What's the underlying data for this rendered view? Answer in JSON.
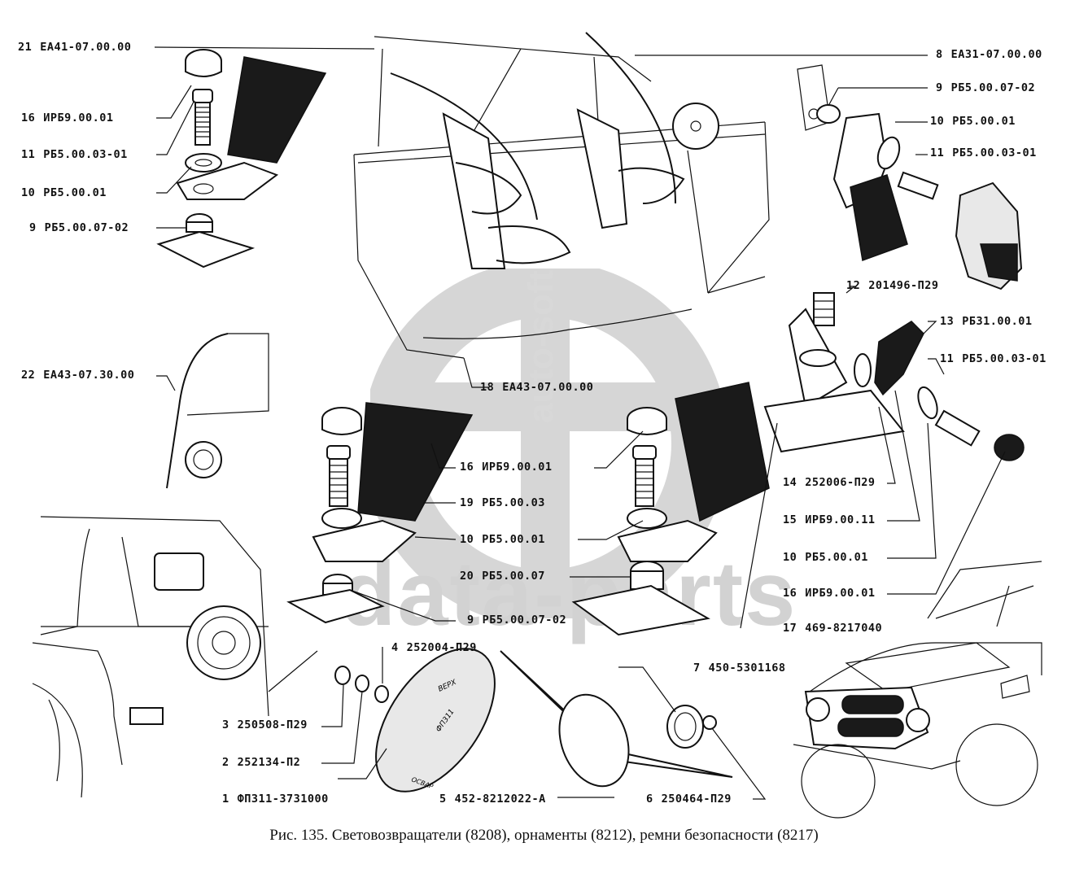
{
  "caption": "Рис. 135. Световозвращатели (8208), орнаменты (8212), ремни безопасности (8217)",
  "watermark": {
    "logo_text": "auto-soft",
    "site_text": "data-parts",
    "color": "#d2d2d2"
  },
  "callouts": {
    "left_group": [
      {
        "num": "21",
        "code": "ЕА41-07.00.00"
      },
      {
        "num": "16",
        "code": "ИРБ9.00.01"
      },
      {
        "num": "11",
        "code": "РБ5.00.03-01"
      },
      {
        "num": "10",
        "code": "РБ5.00.01"
      },
      {
        "num": "9",
        "code": "РБ5.00.07-02"
      },
      {
        "num": "22",
        "code": "ЕА43-07.30.00"
      }
    ],
    "right_top_group": [
      {
        "num": "8",
        "code": "ЕА31-07.00.00"
      },
      {
        "num": "9",
        "code": "РБ5.00.07-02"
      },
      {
        "num": "10",
        "code": "РБ5.00.01"
      },
      {
        "num": "11",
        "code": "РБ5.00.03-01"
      }
    ],
    "right_mid_group": [
      {
        "num": "12",
        "code": "201496-П29"
      },
      {
        "num": "13",
        "code": "РБ31.00.01"
      },
      {
        "num": "11",
        "code": "РБ5.00.03-01"
      },
      {
        "num": "14",
        "code": "252006-П29"
      },
      {
        "num": "15",
        "code": "ИРБ9.00.11"
      },
      {
        "num": "10",
        "code": "РБ5.00.01"
      },
      {
        "num": "16",
        "code": "ИРБ9.00.01"
      },
      {
        "num": "17",
        "code": "469-8217040"
      }
    ],
    "center_group": [
      {
        "num": "18",
        "code": "ЕА43-07.00.00"
      },
      {
        "num": "16",
        "code": "ИРБ9.00.01"
      },
      {
        "num": "19",
        "code": "РБ5.00.03"
      },
      {
        "num": "10",
        "code": "РБ5.00.01"
      },
      {
        "num": "20",
        "code": "РБ5.00.07"
      },
      {
        "num": "9",
        "code": "РБ5.00.07-02"
      }
    ],
    "bottom_group": [
      {
        "num": "4",
        "code": "252004-П29"
      },
      {
        "num": "3",
        "code": "250508-П29"
      },
      {
        "num": "2",
        "code": "252134-П2"
      },
      {
        "num": "1",
        "code": "ФП311-3731000"
      },
      {
        "num": "5",
        "code": "452-8212022-А"
      },
      {
        "num": "6",
        "code": "250464-П29"
      },
      {
        "num": "7",
        "code": "450-5301168"
      }
    ]
  },
  "reflector_markings": {
    "top": "ВЕРХ",
    "center": "ФП311",
    "bottom": "ОСВАР"
  }
}
